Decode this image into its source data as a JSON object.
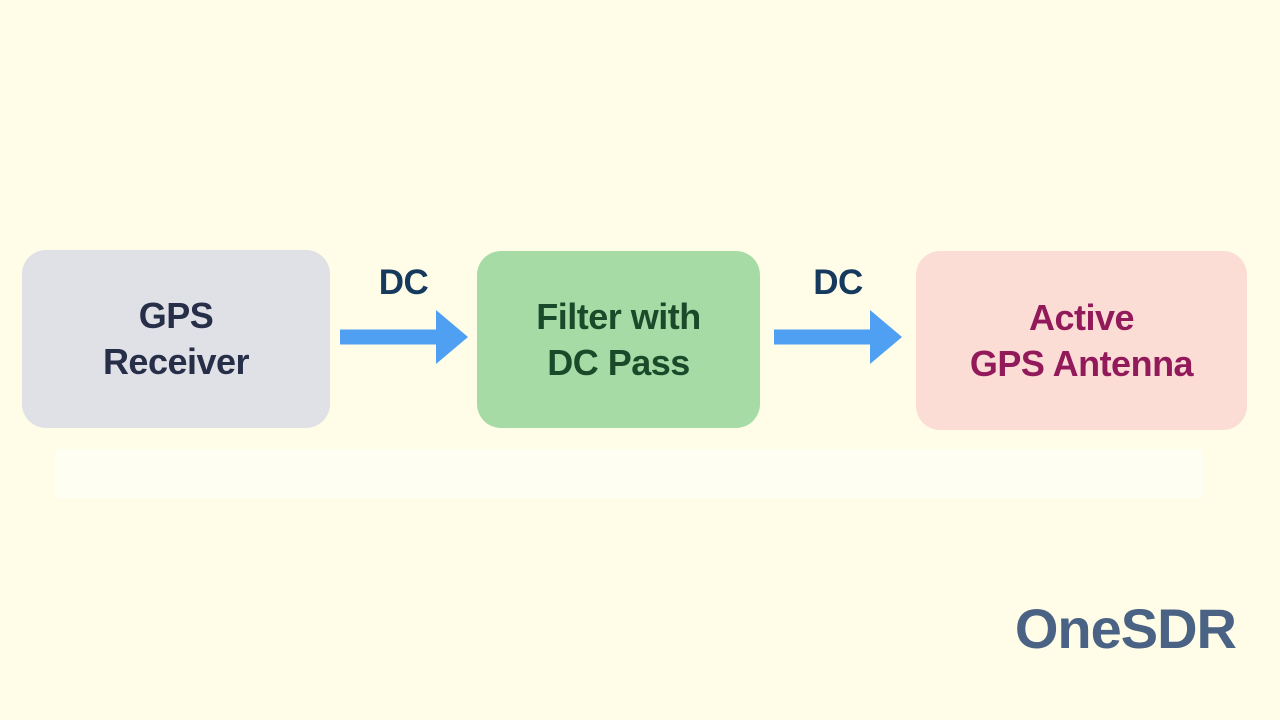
{
  "canvas": {
    "background": "#FFFDE8"
  },
  "diagram": {
    "nodes": [
      {
        "id": "gps-receiver",
        "label_line1": "GPS",
        "label_line2": "Receiver",
        "bg_color": "#DFE1E6",
        "text_color": "#272E48"
      },
      {
        "id": "filter-dc-pass",
        "label_line1": "Filter with",
        "label_line2": "DC Pass",
        "bg_color": "#A7DBA6",
        "text_color": "#1B4A2A"
      },
      {
        "id": "active-gps-antenna",
        "label_line1": "Active",
        "label_line2": "GPS Antenna",
        "bg_color": "#FBDDD6",
        "text_color": "#92195A"
      }
    ],
    "connections": [
      {
        "from": "gps-receiver",
        "to": "filter-dc-pass",
        "label": "DC",
        "arrow_color": "#4F9FF2",
        "label_color": "#16395E"
      },
      {
        "from": "filter-dc-pass",
        "to": "active-gps-antenna",
        "label": "DC",
        "arrow_color": "#4F9FF2",
        "label_color": "#16395E"
      }
    ]
  },
  "branding": {
    "logo_text": "OneSDR",
    "logo_color": "#4A6283"
  }
}
